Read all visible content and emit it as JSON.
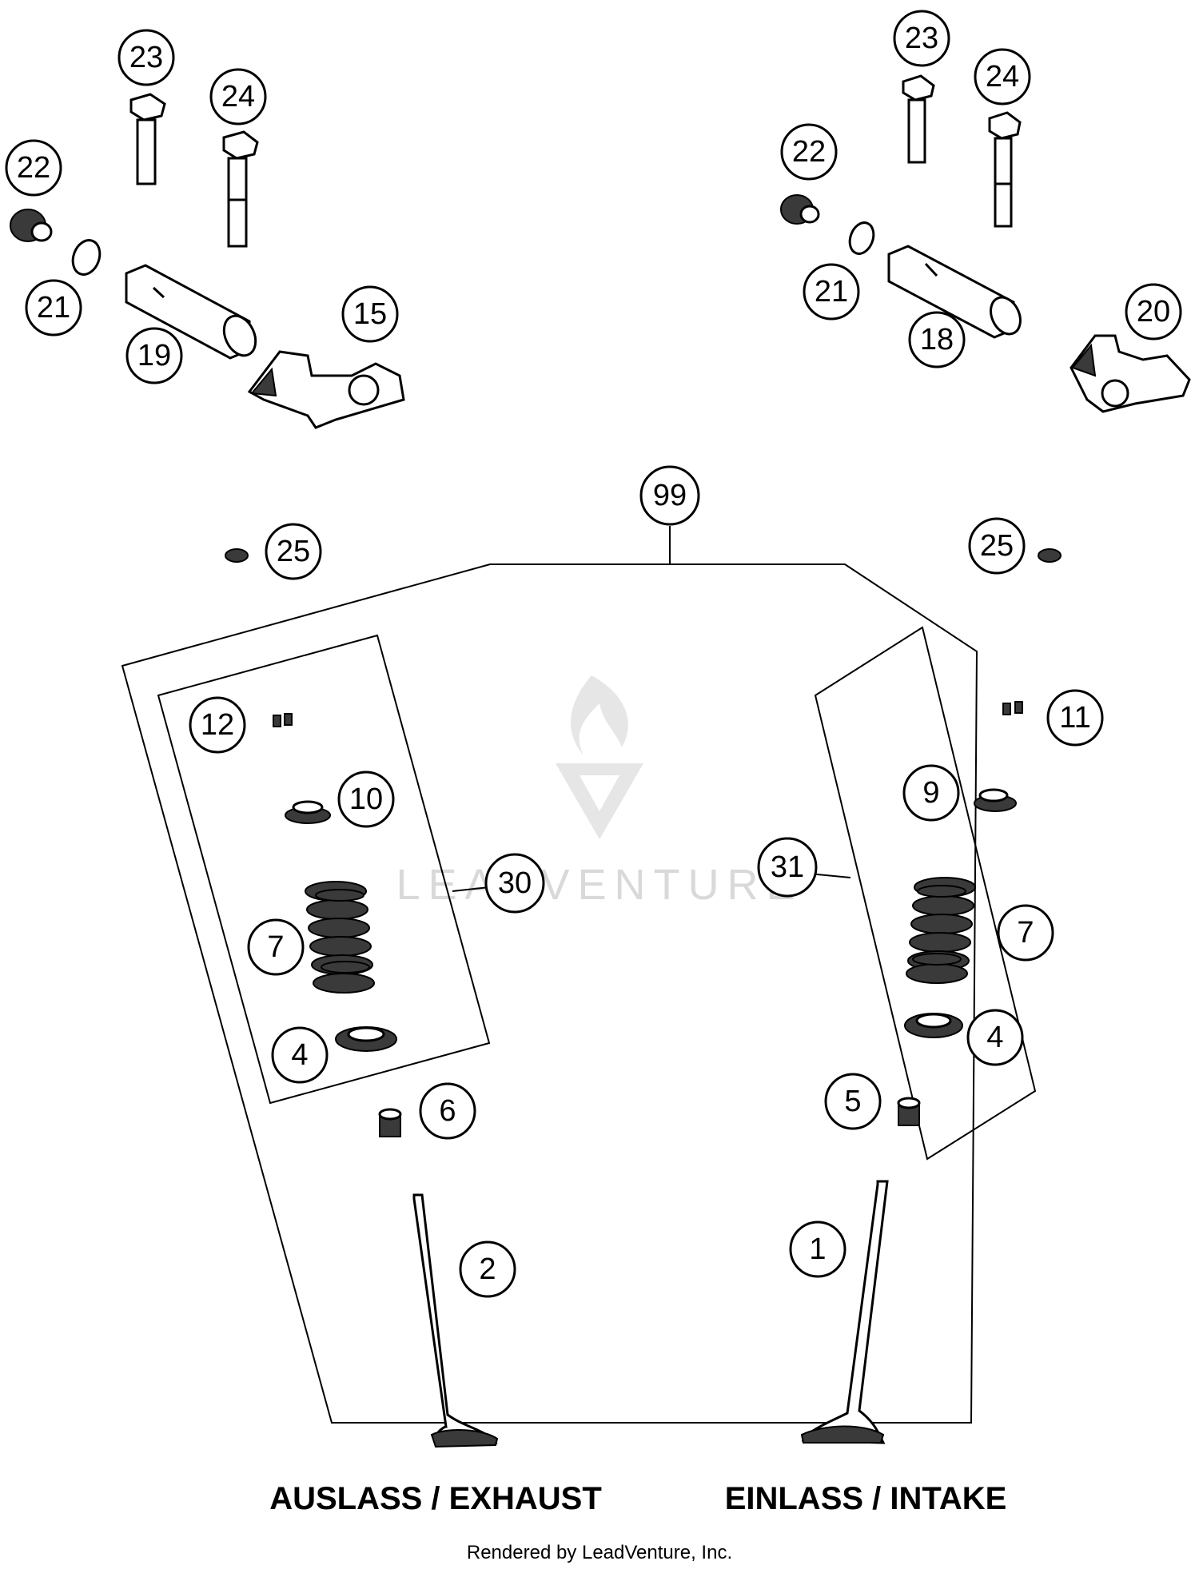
{
  "diagram": {
    "labels": {
      "exhaust": "AUSLASS / EXHAUST",
      "intake": "EINLASS / INTAKE"
    },
    "credit": "Rendered by LeadVenture, Inc.",
    "watermark": "LEADVENTURE",
    "callouts": {
      "c23a": "23",
      "c24a": "24",
      "c22a": "22",
      "c21a": "21",
      "c19": "19",
      "c15": "15",
      "c23b": "23",
      "c24b": "24",
      "c22b": "22",
      "c21b": "21",
      "c18": "18",
      "c20": "20",
      "c99": "99",
      "c25a": "25",
      "c25b": "25",
      "c12": "12",
      "c10": "10",
      "c30": "30",
      "c7a": "7",
      "c4a": "4",
      "c6": "6",
      "c11": "11",
      "c9": "9",
      "c31": "31",
      "c7b": "7",
      "c4b": "4",
      "c5": "5",
      "c2": "2",
      "c1": "1"
    }
  }
}
